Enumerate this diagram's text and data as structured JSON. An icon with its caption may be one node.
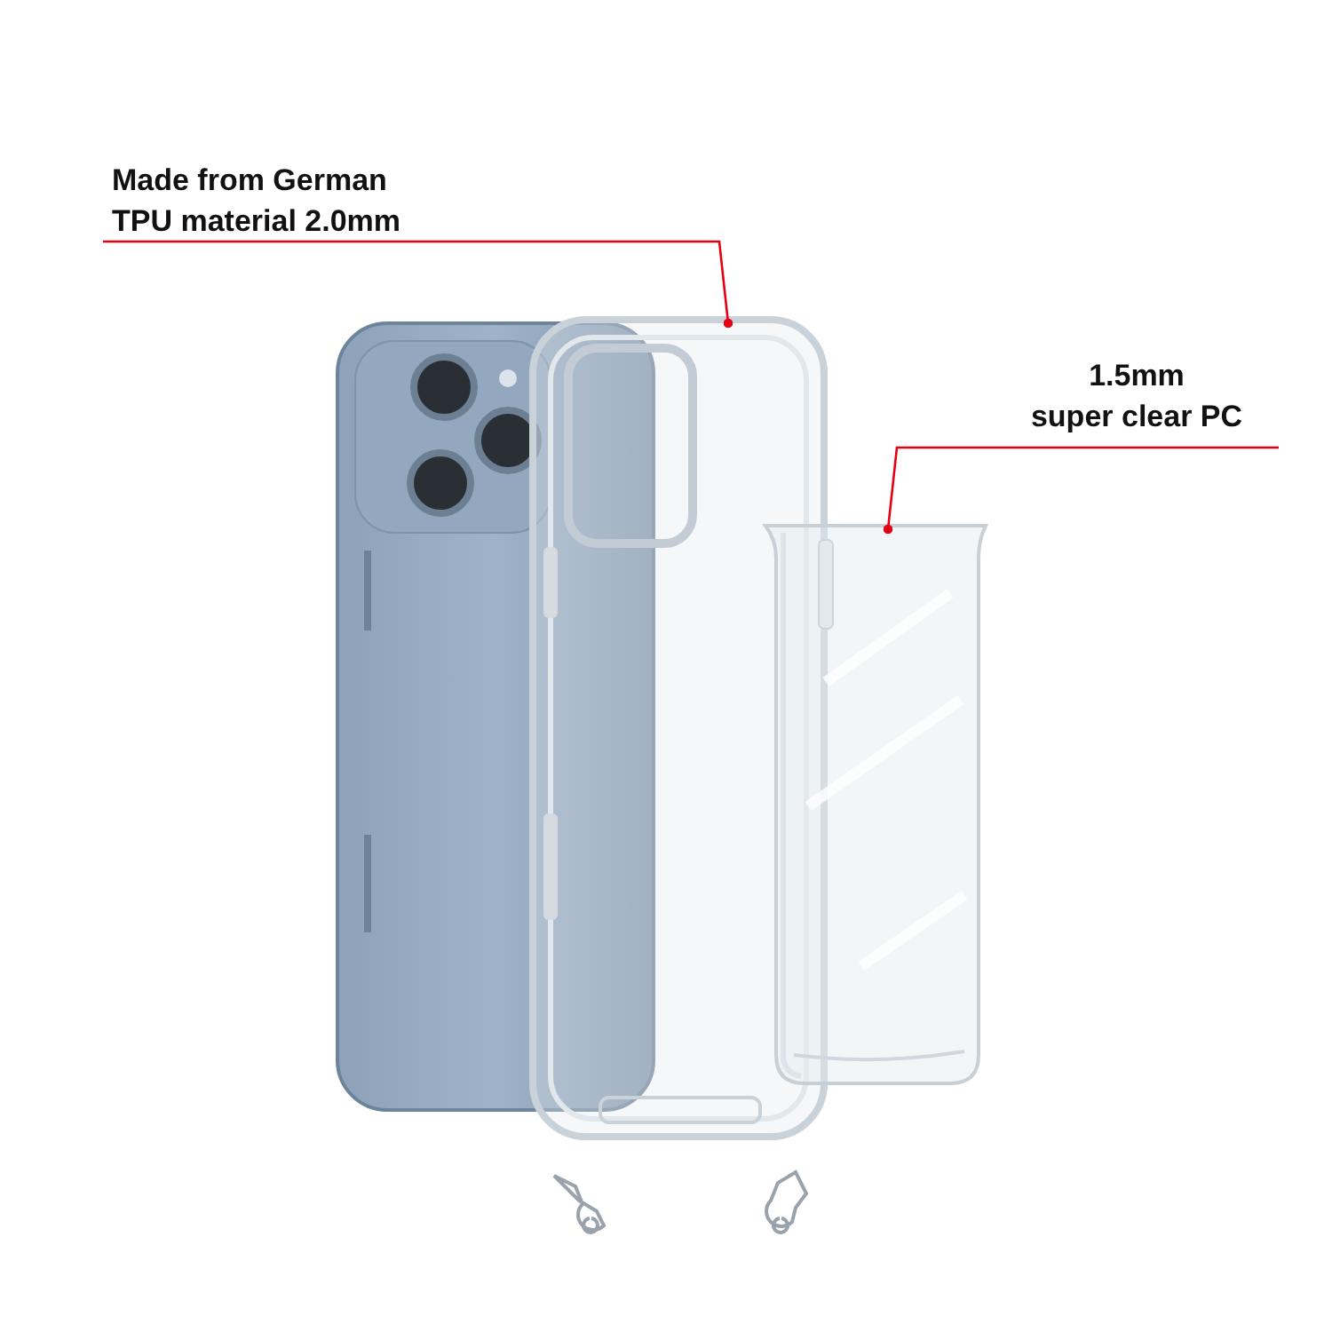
{
  "diagram": {
    "nodes": [
      {
        "text": [
          "Made from German TPU material 2.0mm"
        ]
      },
      {
        "text": [],
        "shape": "picture"
      },
      {
        "text": [
          "1.5mm",
          "super clear PC"
        ]
      },
      {
        "text": [],
        "shape": "picture"
      }
    ],
    "edges": [
      {
        "from": 0,
        "to": 1,
        "arrow": "other"
      },
      {
        "from": 2,
        "to": 3,
        "arrow": "other"
      }
    ]
  }
}
